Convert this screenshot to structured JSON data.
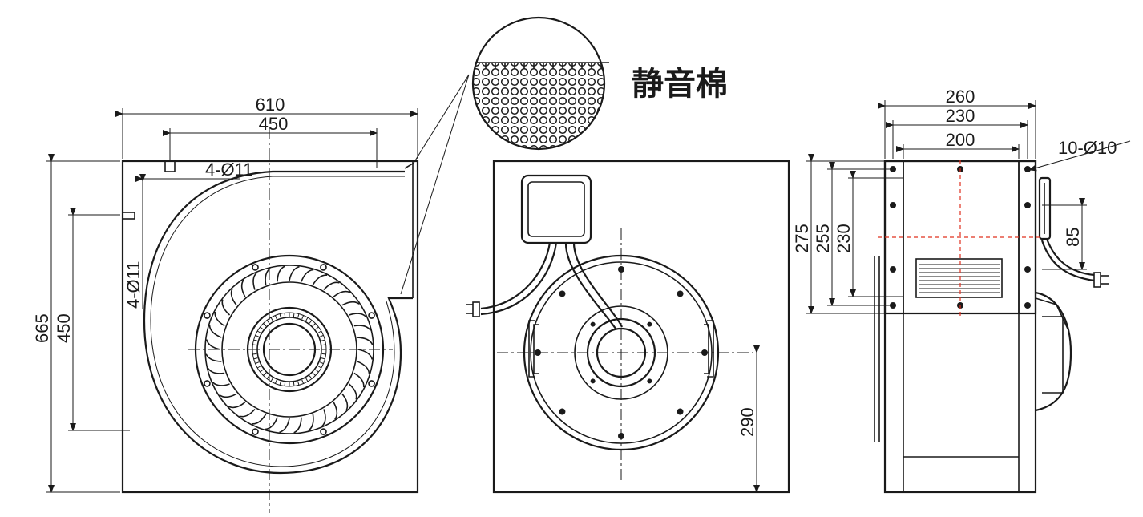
{
  "label_material": "静音棉",
  "front_view": {
    "width_overall": "610",
    "width_mount": "450",
    "holes_top": "4-Ø11",
    "holes_side": "4-Ø11",
    "height_overall": "665",
    "height_mount": "450"
  },
  "back_view": {
    "center_height": "290"
  },
  "side_view": {
    "width_overall": "260",
    "width_mid": "230",
    "width_inner": "200",
    "holes": "10-Ø10",
    "height_275": "275",
    "height_255": "255",
    "height_230": "230",
    "offset_85": "85"
  },
  "colors": {
    "line": "#1a1a1a",
    "centerline_red": "#e0301e"
  }
}
